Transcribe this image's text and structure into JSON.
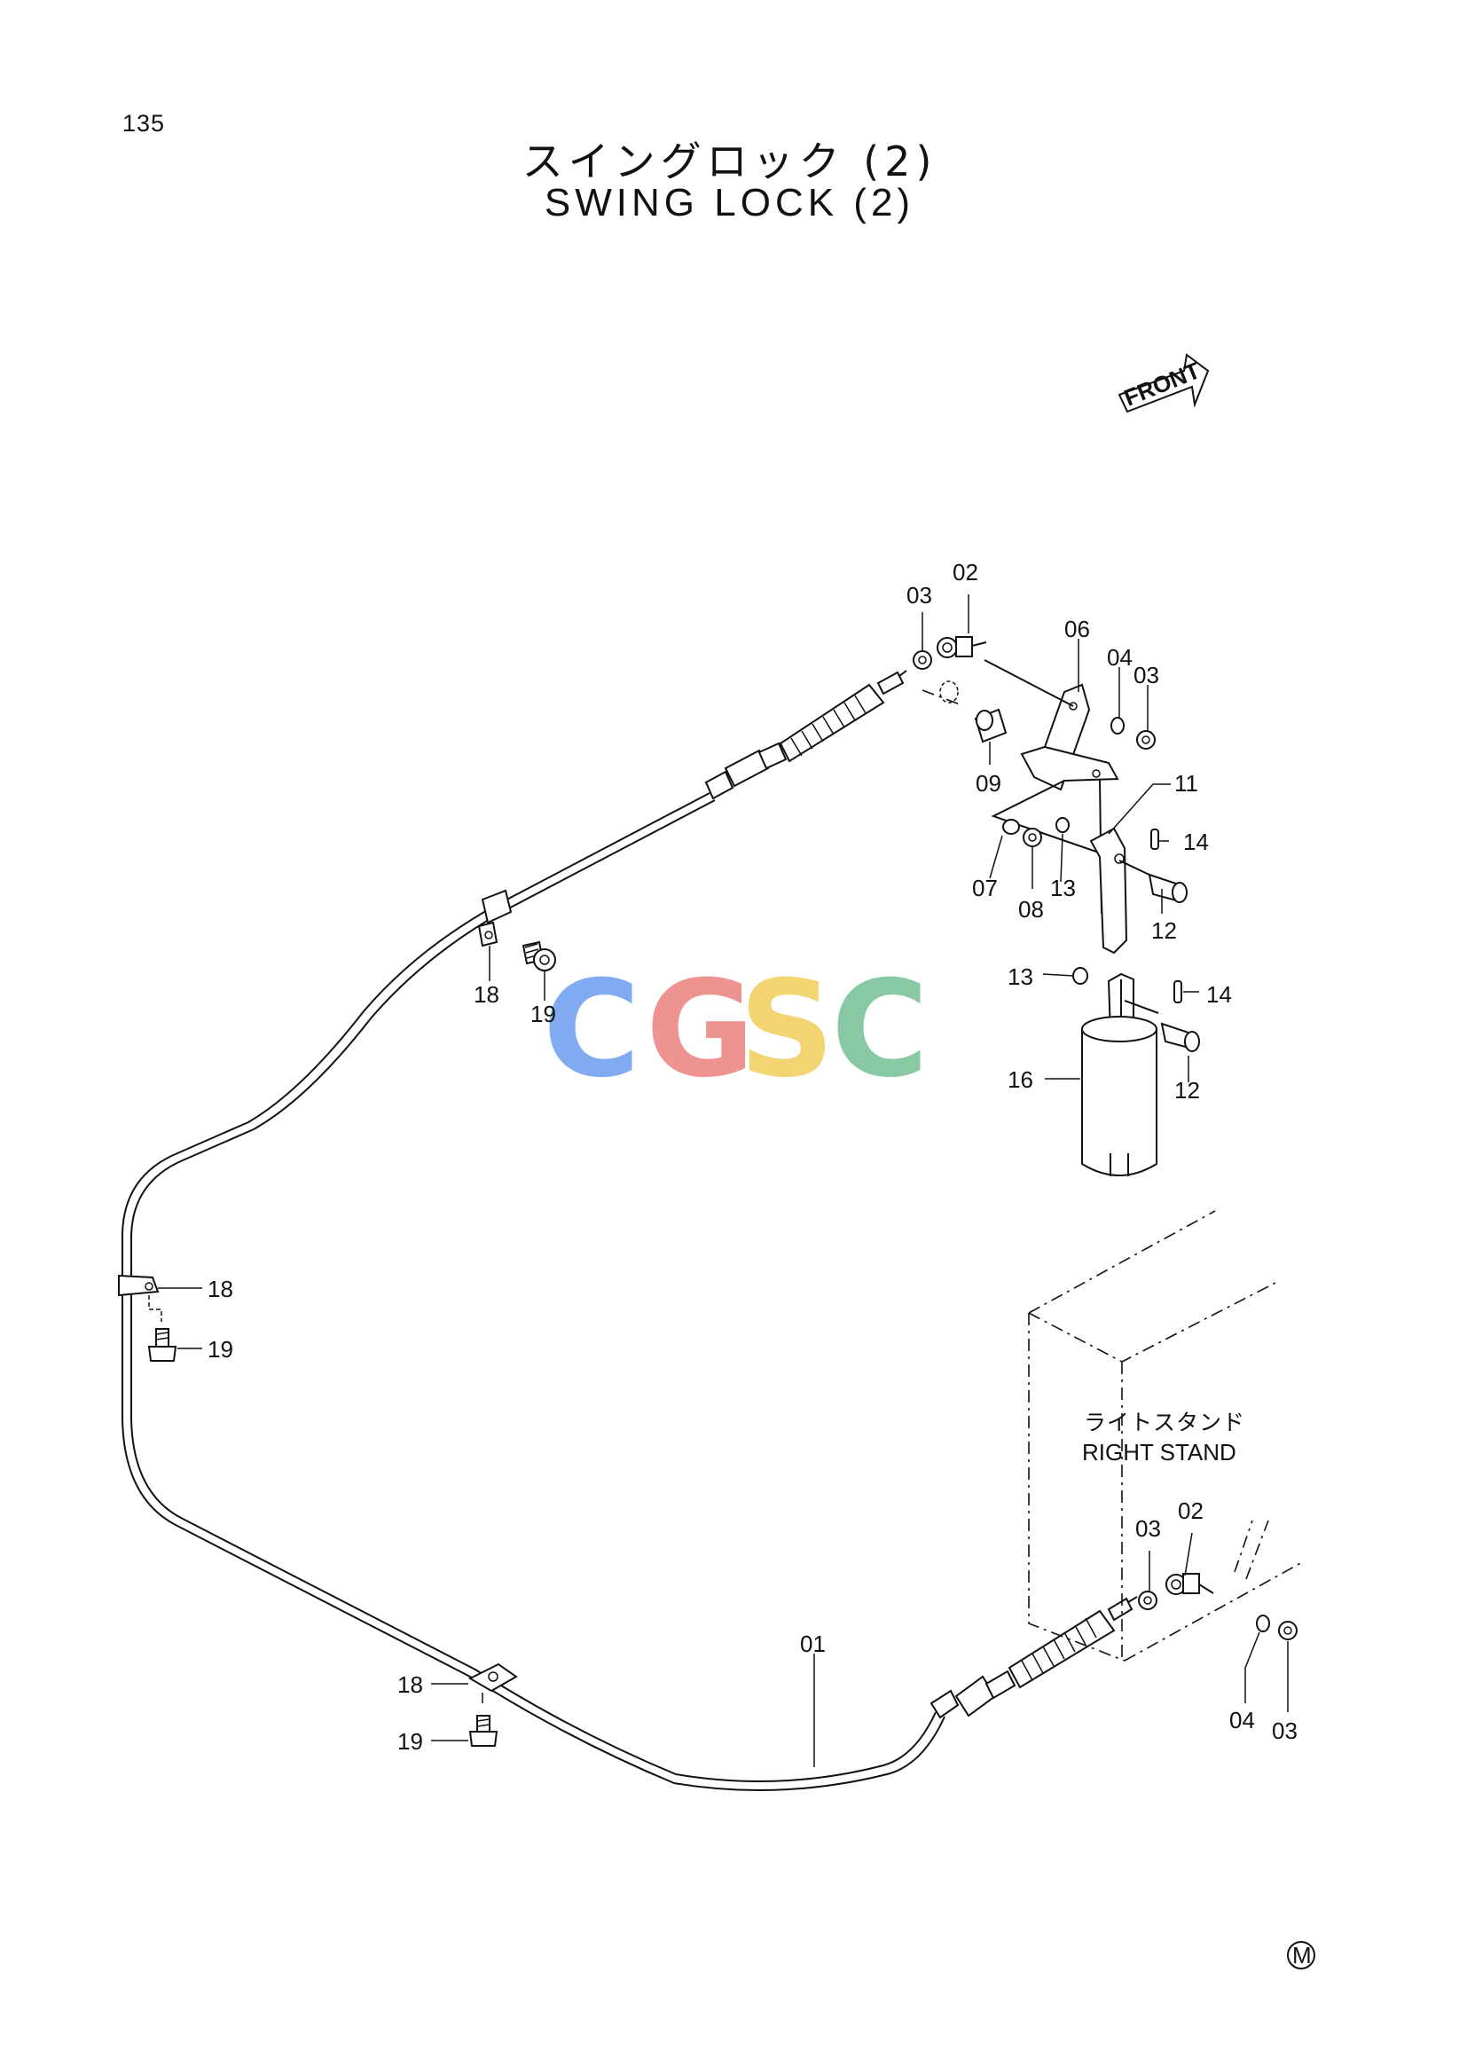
{
  "page_number": "135",
  "title_jp": "スイングロック (2)",
  "title_en": "SWING LOCK (2)",
  "front_label": "FRONT",
  "area_label_jp": "ライトスタンド",
  "area_label_en": "RIGHT STAND",
  "watermark": {
    "letters": [
      "C",
      "G",
      "S",
      "C"
    ],
    "colors": [
      "#7aa7f0",
      "#ee8e8a",
      "#f2d36b",
      "#82c7a0"
    ]
  },
  "mark": "M",
  "labels": {
    "top_03": "03",
    "top_02": "02",
    "l_06": "06",
    "top_04": "04",
    "top_03b": "03",
    "l_09": "09",
    "l_11": "11",
    "l_14a": "14",
    "l_07": "07",
    "l_08": "08",
    "l_13a": "13",
    "l_12a": "12",
    "l_13b": "13",
    "l_14b": "14",
    "l_12b": "12",
    "l_16": "16",
    "l_18a": "18",
    "l_19a": "19",
    "l_18b": "18",
    "l_19b": "19",
    "l_18c": "18",
    "l_19c": "19",
    "l_01": "01",
    "bot_03": "03",
    "bot_02": "02",
    "bot_04": "04",
    "bot_03b": "03"
  }
}
